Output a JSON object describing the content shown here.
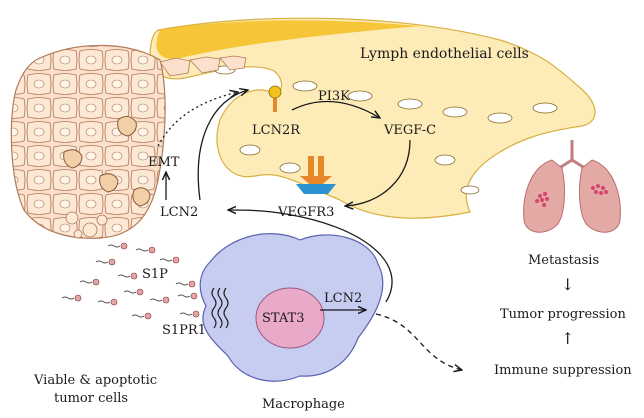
{
  "labels": {
    "lymph_endothelial": "Lymph endothelial cells",
    "pi3k": "PI3K",
    "lcn2r": "LCN2R",
    "vegfc": "VEGF-C",
    "emt": "EMT",
    "lcn2_left": "LCN2",
    "vegfr3": "VEGFR3",
    "s1p": "S1P",
    "s1pr1": "S1PR1",
    "stat3": "STAT3",
    "lcn2_mac": "LCN2",
    "metastasis": "Metastasis",
    "tumor_progression": "Tumor progression",
    "immune_suppression": "Immune suppression",
    "tumor_cells_line1": "Viable & apoptotic",
    "tumor_cells_line2": "tumor cells",
    "macrophage": "Macrophage",
    "arrow_down": "↓",
    "arrow_up": "↑"
  },
  "colors": {
    "lymph_fill": "#fdebb8",
    "lymph_dark": "#f5c12a",
    "tumor_fill": "#fbe0cc",
    "tumor_stroke": "#b07a58",
    "macrophage_fill": "#c7cdf1",
    "nucleus_fill": "#e9a9c8",
    "receptor_orange": "#e8872a",
    "receptor_blue": "#2b93d2",
    "lung_fill": "#e3a9a5"
  }
}
